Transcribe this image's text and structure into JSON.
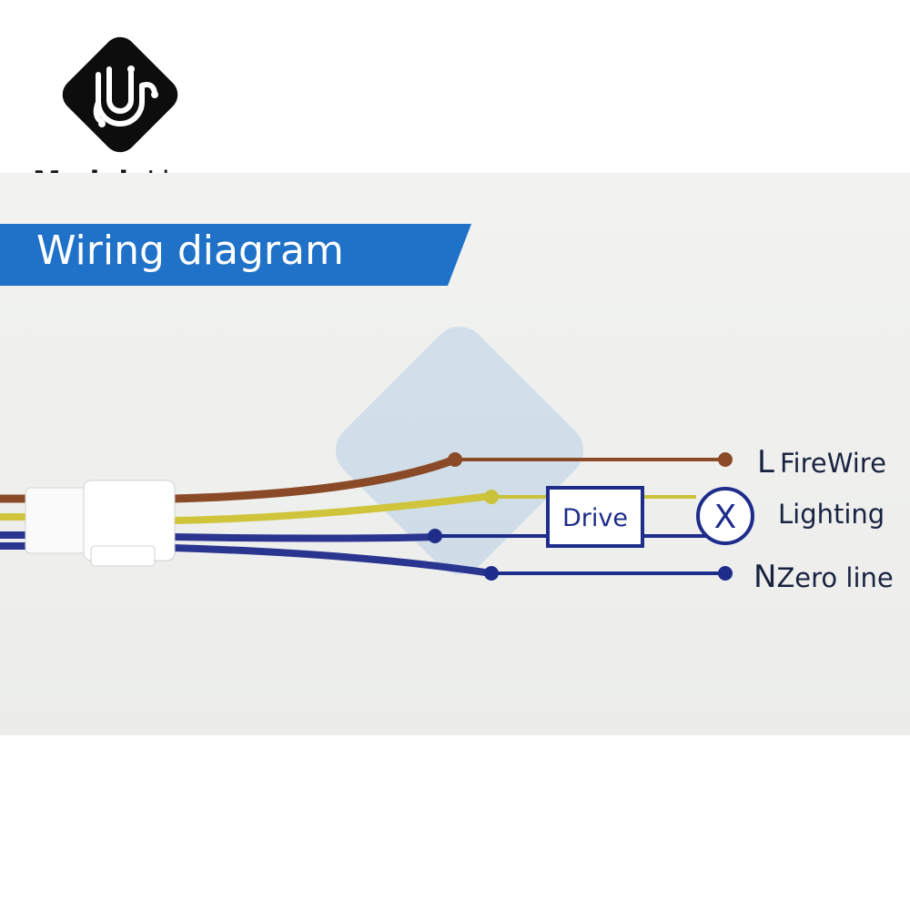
{
  "brand": {
    "name_bold": "Module",
    "name_light": "Live"
  },
  "banner": {
    "title": "Wiring diagram"
  },
  "diagram": {
    "box_label": "Drive",
    "lamp_symbol": "X",
    "lines": [
      {
        "prefix": "L",
        "label": "FireWire",
        "color": "#8a4a28"
      },
      {
        "prefix": "",
        "label": "Lighting",
        "color": "#c9c23a"
      },
      {
        "prefix": "N",
        "label": "Zero line",
        "color": "#1e2c8a"
      }
    ]
  },
  "colors": {
    "banner": "#1f72c8",
    "brown": "#8a4a28",
    "yellow": "#c9c23a",
    "blue": "#1e2c8a",
    "navy_wire": "#2a3590"
  }
}
